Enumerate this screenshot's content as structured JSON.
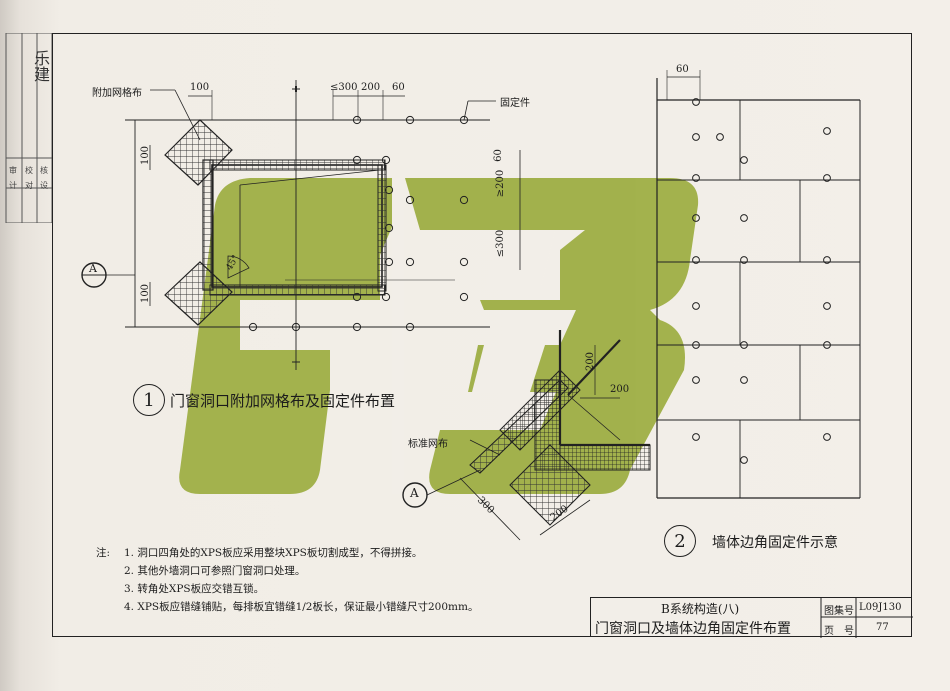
{
  "labels": {
    "mesh_added": "附加网格布",
    "fixing_part": "固定件",
    "standard_mesh": "标准网布",
    "angle": "45°",
    "section_a": "A"
  },
  "dims": {
    "d100_top": "100",
    "d300": "≤300",
    "d200": "200",
    "d60": "60",
    "d100_left_top": "100",
    "d100_left_bottom": "100",
    "v60": "60",
    "v200": "≥200",
    "v300": "≤300",
    "corner_200a": "200",
    "corner_200b": "200",
    "corner_300": "300",
    "corner_200c": "200",
    "right_60": "60"
  },
  "captions": {
    "fig1_num": "1",
    "fig1": "门窗洞口附加网格布及固定件布置",
    "fig2_num": "2",
    "fig2": "墙体边角固定件示意"
  },
  "notes": {
    "prefix": "注:",
    "n1": "1. 洞口四角处的XPS板应采用整块XPS板切割成型，不得拼接。",
    "n2": "2. 其他外墙洞口可参照门窗洞口处理。",
    "n3": "3. 转角处XPS板应交错互锁。",
    "n4": "4. XPS板应错缝铺贴，每排板宜错缝1/2板长，保证最小错缝尺寸200mm。"
  },
  "title_block": {
    "line1": "B系统构造(八)",
    "line2": "门窗洞口及墙体边角固定件布置",
    "atlas_label": "图集号",
    "atlas_no": "L09J130",
    "page_label": "页　号",
    "page_no": "77"
  },
  "side_stamp": {
    "text": "乐建",
    "r1": "审",
    "r2": "校",
    "r3": "设",
    "r4": "计",
    "r5": "对",
    "r6": "核"
  },
  "colors": {
    "logo": "#9aab3c",
    "ink": "#1c1c1c",
    "paper": "#f3efe9"
  }
}
